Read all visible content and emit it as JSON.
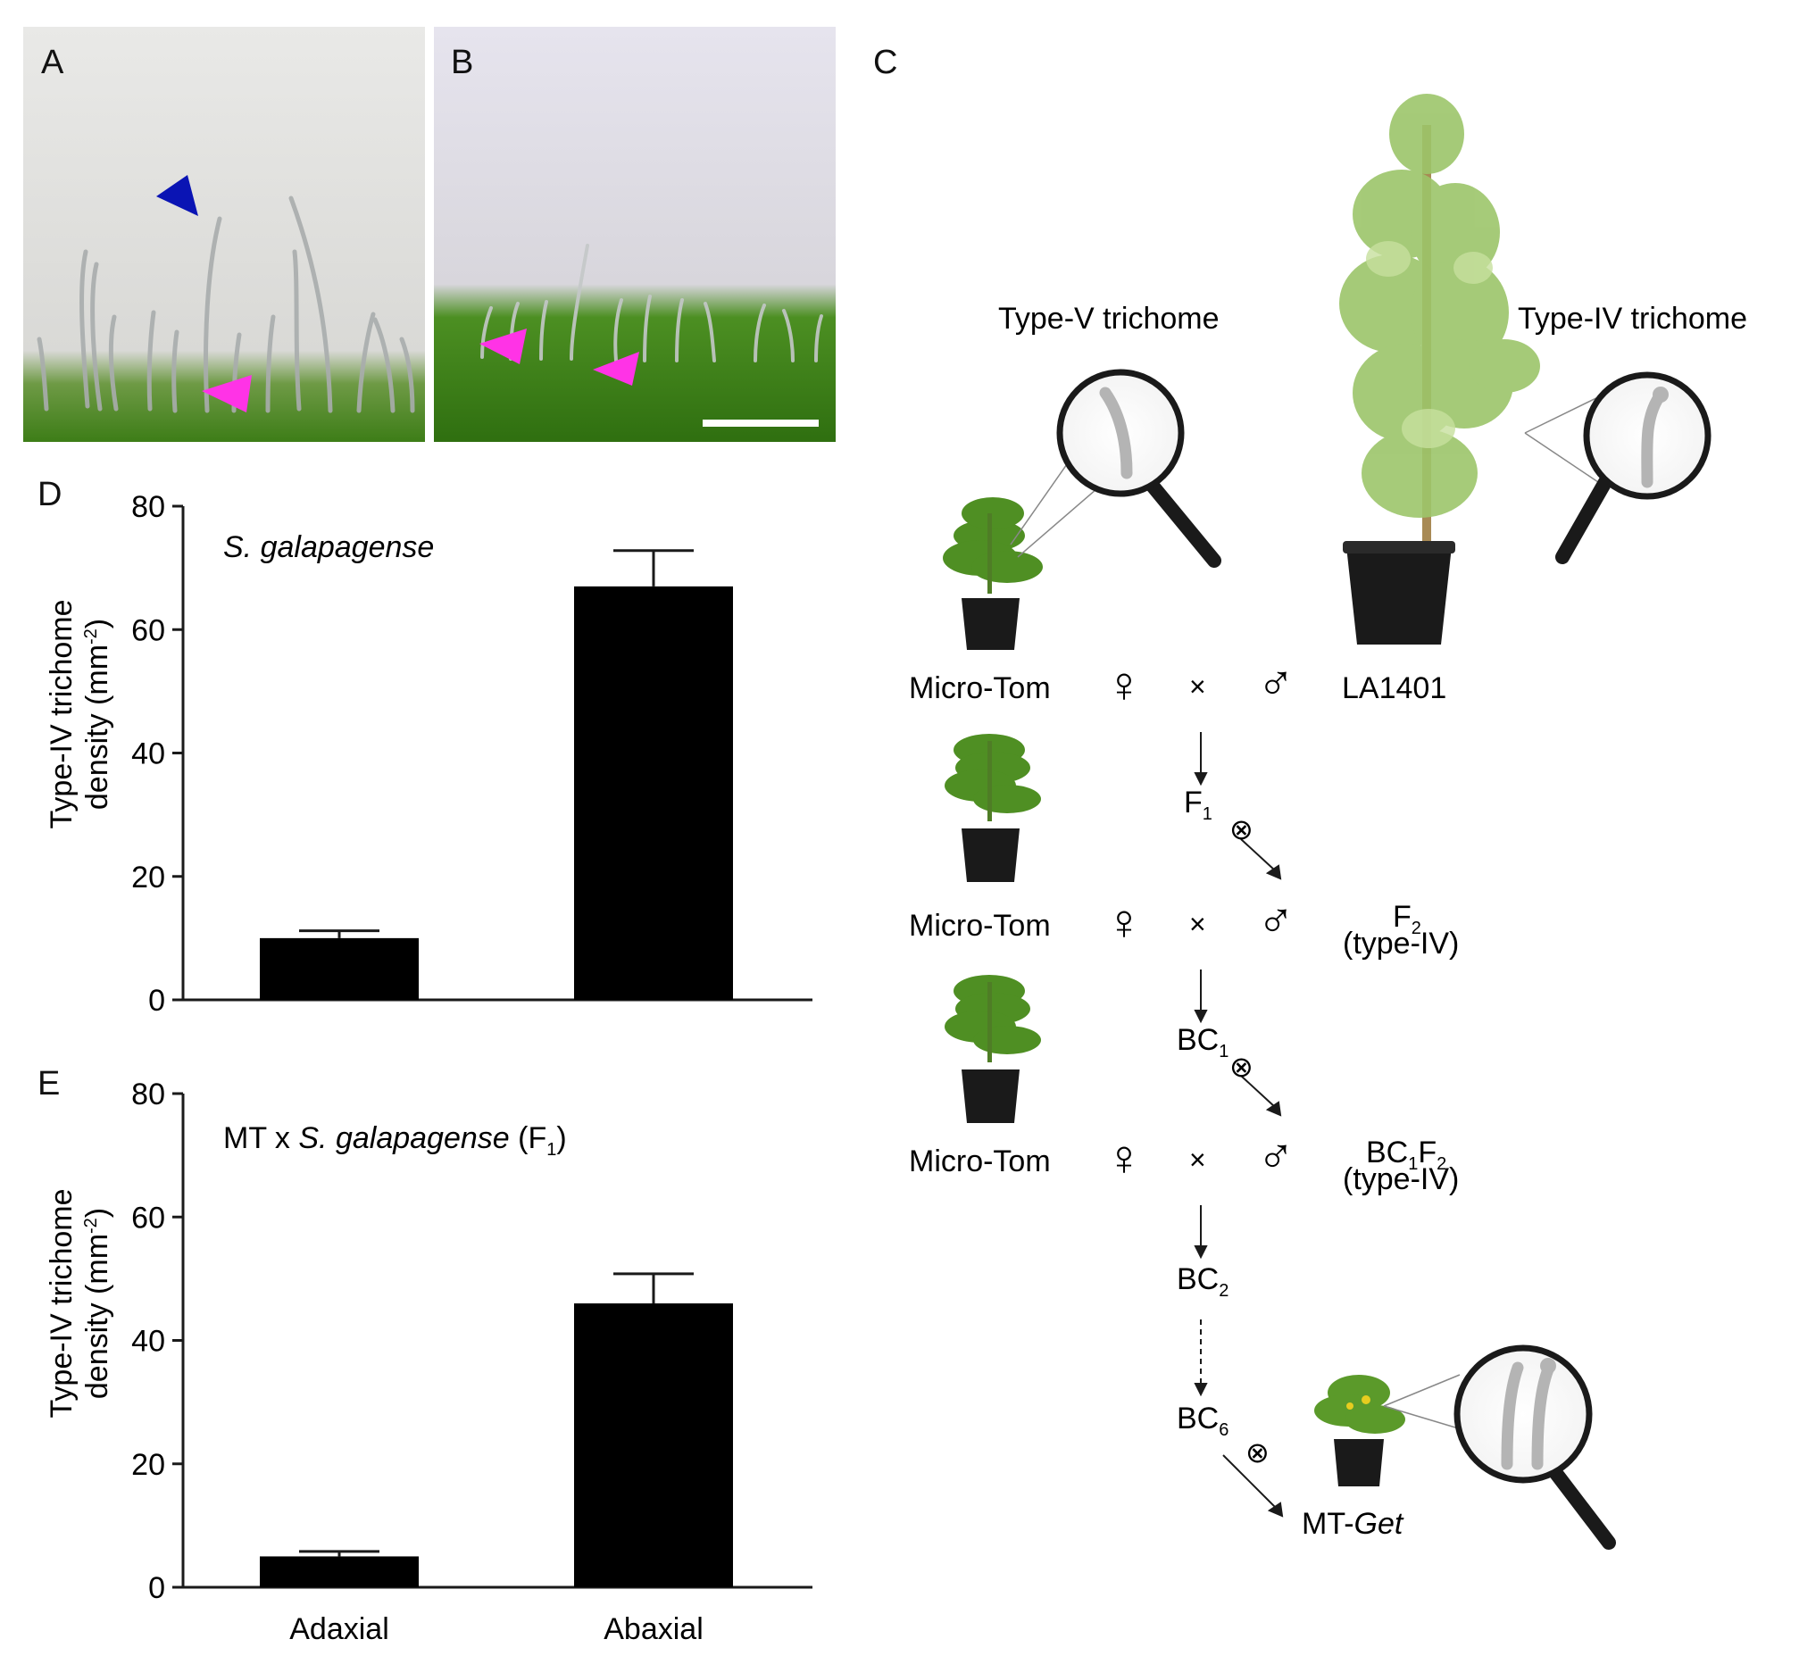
{
  "panels": {
    "a": {
      "letter": "A"
    },
    "b": {
      "letter": "B"
    },
    "c": {
      "letter": "C",
      "type_v_label": "Type-V trichome",
      "type_iv_label": "Type-IV trichome",
      "rows": [
        {
          "female": "Micro-Tom",
          "male": "LA1401",
          "cross": "×"
        },
        {
          "female": "Micro-Tom",
          "male": "F",
          "male_sub": "2",
          "male_note": "(type-IV)",
          "cross": "×"
        },
        {
          "female": "Micro-Tom",
          "male": "BC",
          "male_sub": "1",
          "male_suffix": "F",
          "male_suffix_sub": "2",
          "male_note": "(type-IV)",
          "cross": "×"
        }
      ],
      "generations": [
        {
          "label": "F",
          "sub": "1",
          "self": true
        },
        {
          "label": "BC",
          "sub": "1",
          "self": true
        },
        {
          "label": "BC",
          "sub": "2",
          "self": false
        },
        {
          "label": "BC",
          "sub": "6",
          "self": true
        }
      ],
      "final_prefix": "MT-",
      "final_italic": "Get",
      "female_symbol": "♀",
      "male_symbol": "♂",
      "self_symbol": "⊗"
    },
    "d": {
      "letter": "D"
    },
    "e": {
      "letter": "E"
    }
  },
  "colors": {
    "bar": "#000000",
    "arrow_blue": "#0a14b4",
    "arrow_magenta": "#ff33e6",
    "leaf_green": "#3f8f1a",
    "photo_bg_a": "#e4e4e2",
    "photo_bg_b": "#e2e0ea",
    "trichome_gray": "#b4b4b4"
  },
  "icons": [
    "magnifier-icon",
    "plant-icon",
    "pot-icon",
    "arrowhead-icon",
    "scale-bar"
  ],
  "chart_data": [
    {
      "type": "bar",
      "title": "S. galapagense",
      "categories": [
        "Adaxial",
        "Abaxial"
      ],
      "values": [
        10,
        67
      ],
      "errors": [
        1.2,
        5.8
      ],
      "ylabel_line1": "Type-IV trichome",
      "ylabel_line2_prefix": "density (mm",
      "ylabel_line2_sup": "-2",
      "ylabel_line2_suffix": ")",
      "ylim": [
        0,
        80
      ],
      "yticks": [
        0,
        20,
        40,
        60,
        80
      ],
      "show_category_labels": false
    },
    {
      "type": "bar",
      "title_prefix": "MT x ",
      "title_italic": "S. galapagense",
      "title_suffix": " (F",
      "title_sub": "1",
      "title_end": ")",
      "categories": [
        "Adaxial",
        "Abaxial"
      ],
      "values": [
        5,
        46
      ],
      "errors": [
        0.8,
        4.8
      ],
      "ylabel_line1": "Type-IV trichome",
      "ylabel_line2_prefix": "density (mm",
      "ylabel_line2_sup": "-2",
      "ylabel_line2_suffix": ")",
      "ylim": [
        0,
        80
      ],
      "yticks": [
        0,
        20,
        40,
        60,
        80
      ],
      "show_category_labels": true
    }
  ]
}
